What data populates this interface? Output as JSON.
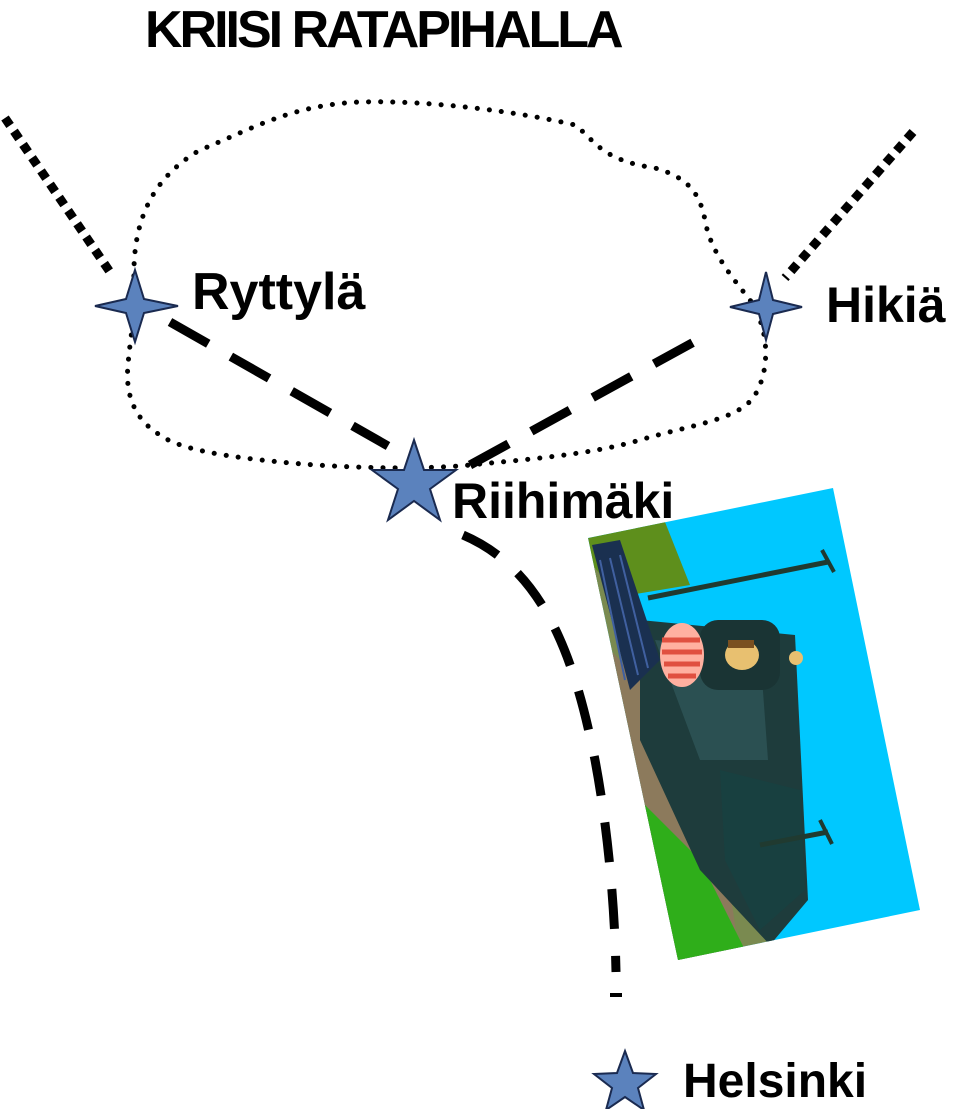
{
  "map": {
    "title": "KRIISI RATAPIHALLA",
    "stations": {
      "ryttyla": "Ryttylä",
      "hikia": "Hikiä",
      "riihimaki": "Riihimäki",
      "helsinki": "Helsinki"
    },
    "colors": {
      "star_fill": "#5b82bd",
      "star_stroke": "#1a2a50",
      "line": "#000000",
      "sky": "#00c8ff",
      "grass": "#3aa81e",
      "locomotive": "#1e3c3c"
    },
    "icons": {
      "station_marker": "star-icon",
      "illustration": "locomotive-illustration"
    }
  }
}
